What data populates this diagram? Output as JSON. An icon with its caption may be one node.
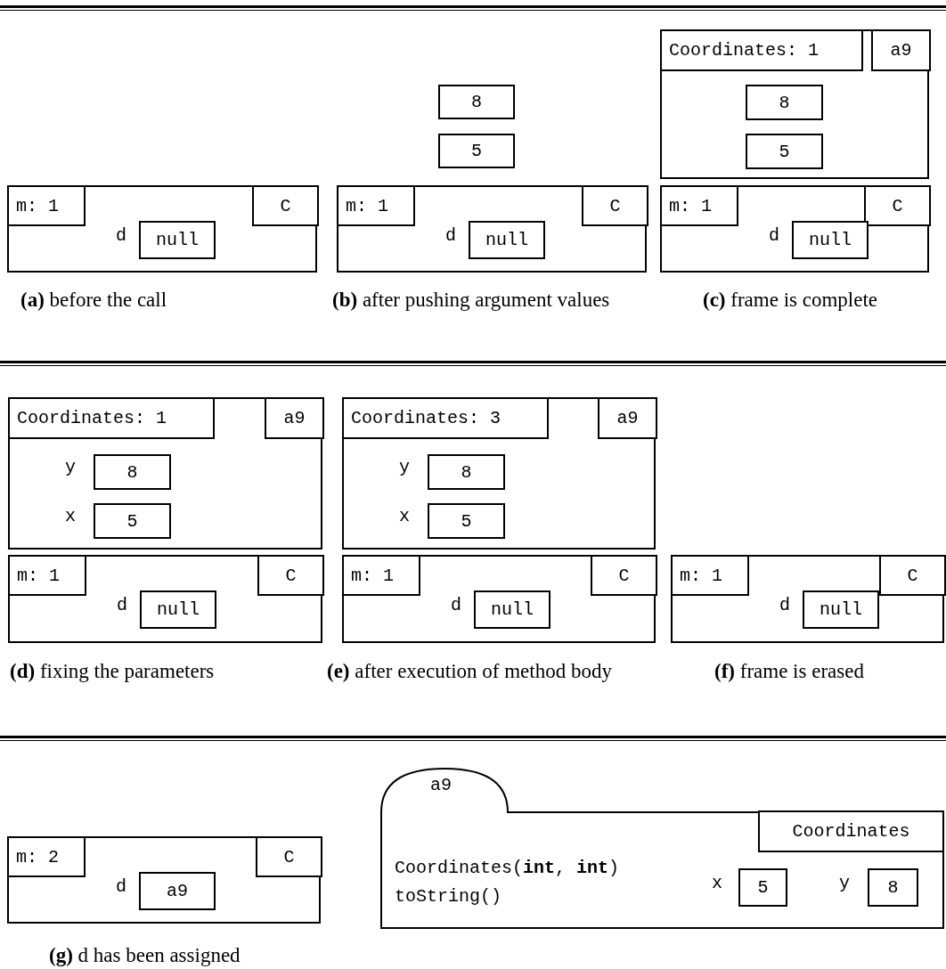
{
  "diagram": {
    "nodes": [
      {
        "text": [],
        "shape": "box"
      },
      {
        "text": [
          "m: 1"
        ],
        "in": 0
      },
      {
        "text": [
          "C"
        ],
        "in": 0
      },
      {
        "text": [
          "null"
        ],
        "beside": [
          "d"
        ],
        "in": 0
      },
      {
        "text": [
          "8"
        ]
      },
      {
        "text": [
          "5"
        ]
      },
      {
        "text": [],
        "shape": "box"
      },
      {
        "text": [
          "m: 1"
        ],
        "in": 6
      },
      {
        "text": [
          "C"
        ],
        "in": 6
      },
      {
        "text": [
          "null"
        ],
        "beside": [
          "d"
        ],
        "in": 6
      },
      {
        "text": [],
        "shape": "box"
      },
      {
        "text": [
          "Coordinates: 1"
        ],
        "in": 10
      },
      {
        "text": [
          "a9"
        ],
        "in": 10
      },
      {
        "text": [
          "8"
        ],
        "in": 10
      },
      {
        "text": [
          "5"
        ],
        "in": 10
      },
      {
        "text": [],
        "shape": "box"
      },
      {
        "text": [
          "m: 1"
        ],
        "in": 15
      },
      {
        "text": [
          "C"
        ],
        "in": 15
      },
      {
        "text": [
          "null"
        ],
        "beside": [
          "d"
        ],
        "in": 15
      },
      {
        "text": [],
        "shape": "box"
      },
      {
        "text": [
          "Coordinates: 1"
        ],
        "in": 19
      },
      {
        "text": [
          "a9"
        ],
        "in": 19
      },
      {
        "text": [
          "8"
        ],
        "beside": [
          "y"
        ],
        "in": 19
      },
      {
        "text": [
          "5"
        ],
        "beside": [
          "x"
        ],
        "in": 19
      },
      {
        "text": [],
        "shape": "box"
      },
      {
        "text": [
          "m: 1"
        ],
        "in": 24
      },
      {
        "text": [
          "C"
        ],
        "in": 24
      },
      {
        "text": [
          "null"
        ],
        "beside": [
          "d"
        ],
        "in": 24
      },
      {
        "text": [],
        "shape": "box"
      },
      {
        "text": [
          "Coordinates: 3"
        ],
        "in": 28
      },
      {
        "text": [
          "a9"
        ],
        "in": 28
      },
      {
        "text": [
          "8"
        ],
        "beside": [
          "y"
        ],
        "in": 28
      },
      {
        "text": [
          "5"
        ],
        "beside": [
          "x"
        ],
        "in": 28
      },
      {
        "text": [],
        "shape": "box"
      },
      {
        "text": [
          "m: 1"
        ],
        "in": 33
      },
      {
        "text": [
          "C"
        ],
        "in": 33
      },
      {
        "text": [
          "null"
        ],
        "beside": [
          "d"
        ],
        "in": 33
      },
      {
        "text": [],
        "shape": "box"
      },
      {
        "text": [
          "m: 1"
        ],
        "in": 37
      },
      {
        "text": [
          "C"
        ],
        "in": 37
      },
      {
        "text": [
          "null"
        ],
        "beside": [
          "d"
        ],
        "in": 37
      },
      {
        "text": [],
        "shape": "box"
      },
      {
        "text": [
          "m: 2"
        ],
        "in": 41
      },
      {
        "text": [
          "C"
        ],
        "in": 41
      },
      {
        "text": [
          "a9"
        ],
        "beside": [
          "d"
        ],
        "in": 41
      },
      {
        "text": [
          "a9",
          "Coordinates(**int**, **int**)",
          "toString()"
        ]
      },
      {
        "text": [
          "Coordinates"
        ],
        "in": 45
      },
      {
        "text": [
          "5"
        ],
        "beside": [
          "x"
        ],
        "in": 45
      },
      {
        "text": [
          "8"
        ],
        "beside": [
          "y"
        ],
        "in": 45
      }
    ],
    "edges": [],
    "labels": [
      "**(a)** before the call",
      "**(b)** after pushing argument values",
      "**(c)** frame is complete",
      "**(d)** fixing the parameters",
      "**(e)** after execution of method body",
      "**(f)** frame is erased",
      "**(g)** d has been assigned"
    ]
  }
}
